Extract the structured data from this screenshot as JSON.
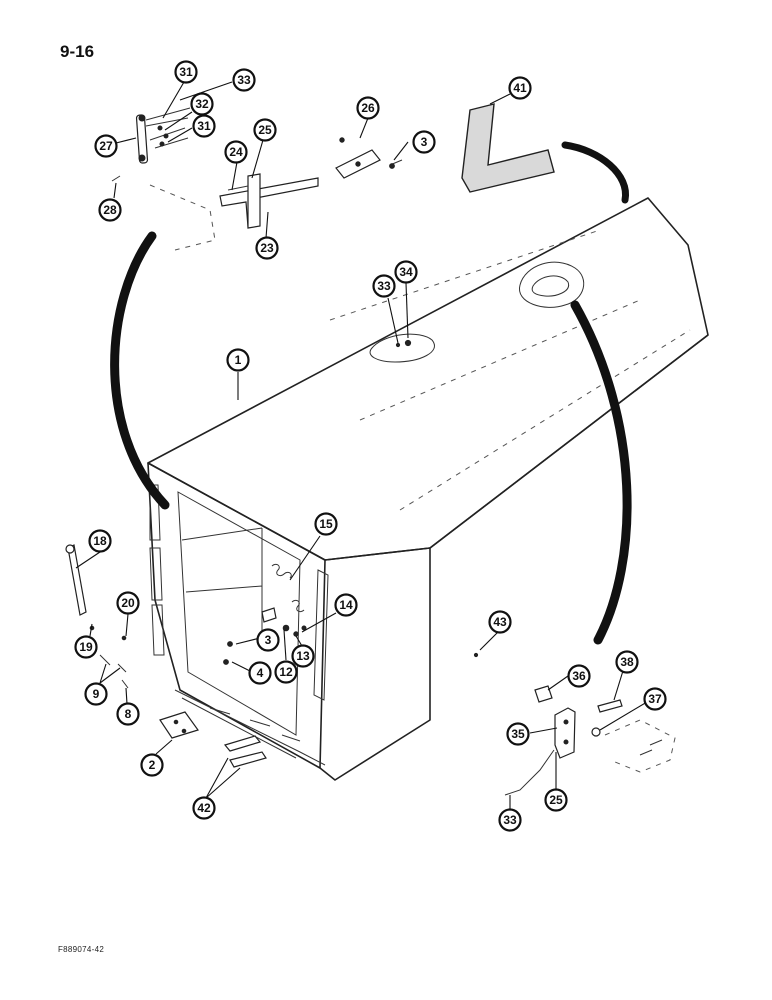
{
  "header": {
    "page_number": "9-16"
  },
  "footer": {
    "figure_code": "F889074-42"
  },
  "callouts": [
    {
      "id": "c-31a",
      "label": "31"
    },
    {
      "id": "c-33a",
      "label": "33"
    },
    {
      "id": "c-32",
      "label": "32"
    },
    {
      "id": "c-31b",
      "label": "31"
    },
    {
      "id": "c-27",
      "label": "27"
    },
    {
      "id": "c-28",
      "label": "28"
    },
    {
      "id": "c-25a",
      "label": "25"
    },
    {
      "id": "c-24",
      "label": "24"
    },
    {
      "id": "c-23",
      "label": "23"
    },
    {
      "id": "c-26",
      "label": "26"
    },
    {
      "id": "c-3a",
      "label": "3"
    },
    {
      "id": "c-41",
      "label": "41"
    },
    {
      "id": "c-33b",
      "label": "33"
    },
    {
      "id": "c-34",
      "label": "34"
    },
    {
      "id": "c-1",
      "label": "1"
    },
    {
      "id": "c-15",
      "label": "15"
    },
    {
      "id": "c-18",
      "label": "18"
    },
    {
      "id": "c-20",
      "label": "20"
    },
    {
      "id": "c-14",
      "label": "14"
    },
    {
      "id": "c-3b",
      "label": "3"
    },
    {
      "id": "c-19",
      "label": "19"
    },
    {
      "id": "c-13",
      "label": "13"
    },
    {
      "id": "c-12",
      "label": "12"
    },
    {
      "id": "c-4",
      "label": "4"
    },
    {
      "id": "c-43",
      "label": "43"
    },
    {
      "id": "c-9",
      "label": "9"
    },
    {
      "id": "c-8",
      "label": "8"
    },
    {
      "id": "c-2",
      "label": "2"
    },
    {
      "id": "c-42",
      "label": "42"
    },
    {
      "id": "c-36",
      "label": "36"
    },
    {
      "id": "c-38",
      "label": "38"
    },
    {
      "id": "c-37",
      "label": "37"
    },
    {
      "id": "c-35",
      "label": "35"
    },
    {
      "id": "c-25b",
      "label": "25"
    },
    {
      "id": "c-33c",
      "label": "33"
    }
  ]
}
